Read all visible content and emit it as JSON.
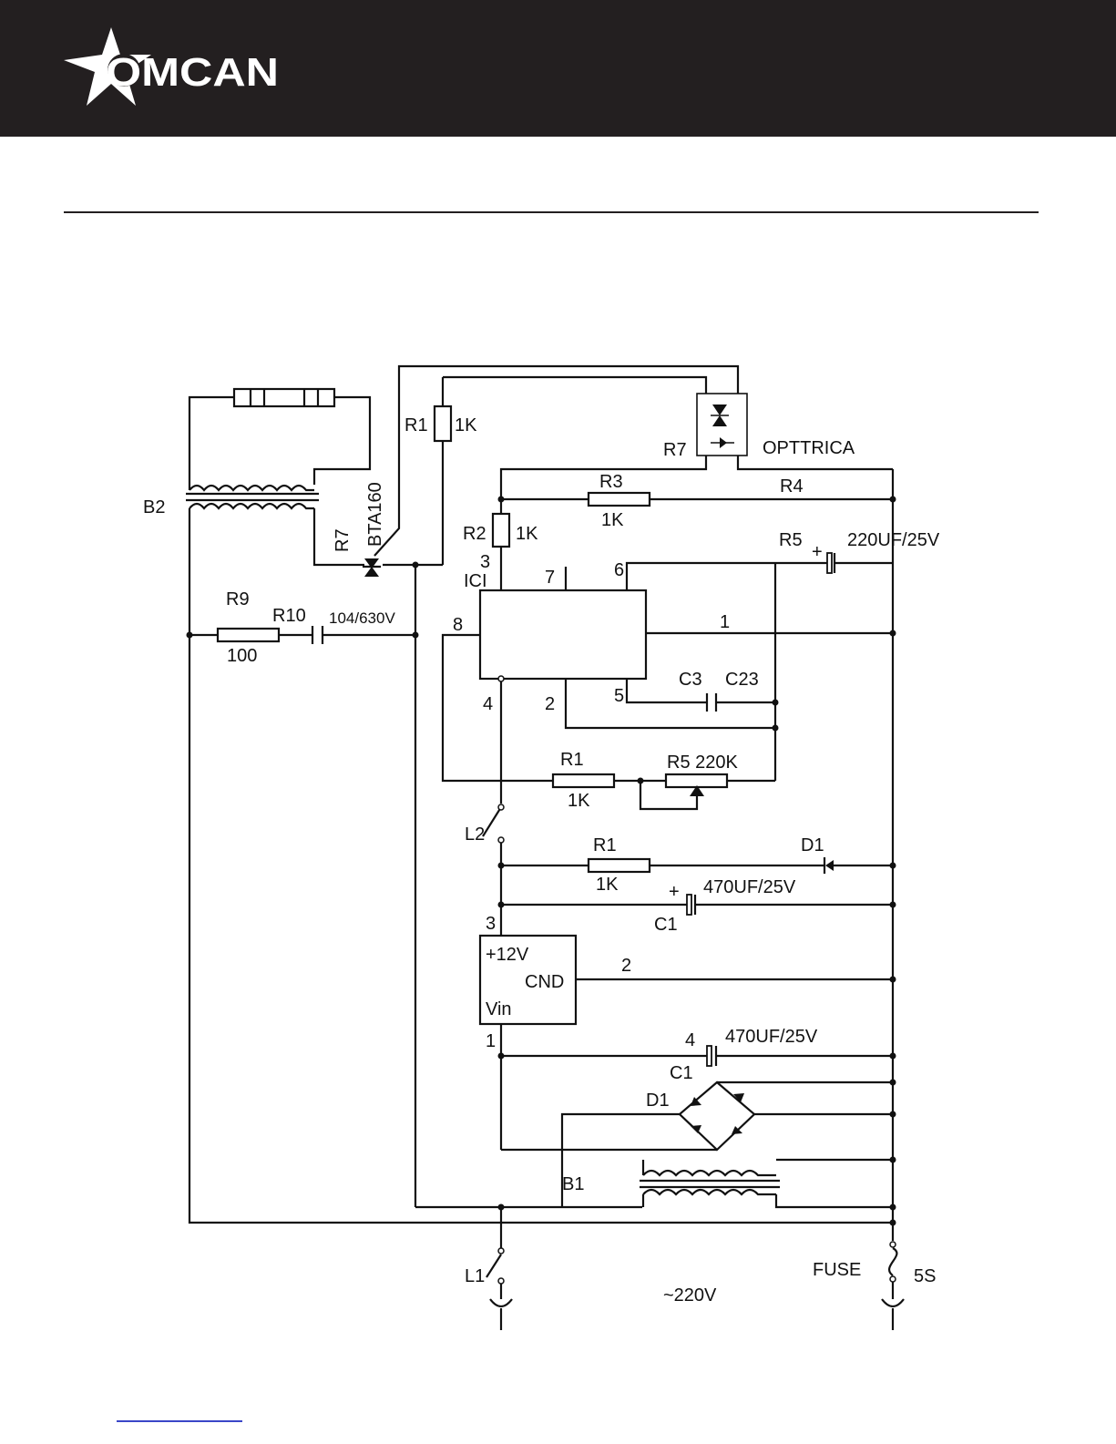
{
  "brand": {
    "logo_text": "OMCAN",
    "header_color": "#231f20"
  },
  "schematic": {
    "labels": {
      "b2": "B2",
      "r1_top": "R1",
      "r1_top_val": "1K",
      "bta": "BTA160",
      "r7_triac": "R7",
      "r7_opto": "R7",
      "opto": "OPTTRICA",
      "r3": "R3",
      "r3_val": "1K",
      "r4": "R4",
      "r2": "R2",
      "r2_val": "1K",
      "r5_top": "R5",
      "plus_a": "+",
      "cap_220": "220UF/25V",
      "ic_pin3": "3",
      "ic": "ICI",
      "pin7": "7",
      "pin6": "6",
      "pin8": "8",
      "pin1": "1",
      "r9": "R9",
      "r10": "R10",
      "r9_val": "100",
      "cap_104": "104/630V",
      "pin4": "4",
      "pin2": "2",
      "pin5": "5",
      "c3": "C3",
      "c23": "C23",
      "r1_mid": "R1",
      "r1_mid_val": "1K",
      "r5_mid": "R5 220K",
      "l2": "L2",
      "r1_low": "R1",
      "r1_low_val": "1K",
      "d1_top": "D1",
      "plus_b": "+",
      "cap_470a": "470UF/25V",
      "c1_a": "C1",
      "reg_pin3": "3",
      "reg_12v": "+12V",
      "reg_gnd": "CND",
      "reg_pin2": "2",
      "reg_vin": "Vin",
      "reg_pin1": "1",
      "c1b_num": "4",
      "cap_470b": "470UF/25V",
      "c1_b": "C1",
      "d1_bridge": "D1",
      "b1": "B1",
      "l1": "L1",
      "mains": "~220V",
      "fuse": "FUSE",
      "fuse_val": "5S"
    }
  }
}
